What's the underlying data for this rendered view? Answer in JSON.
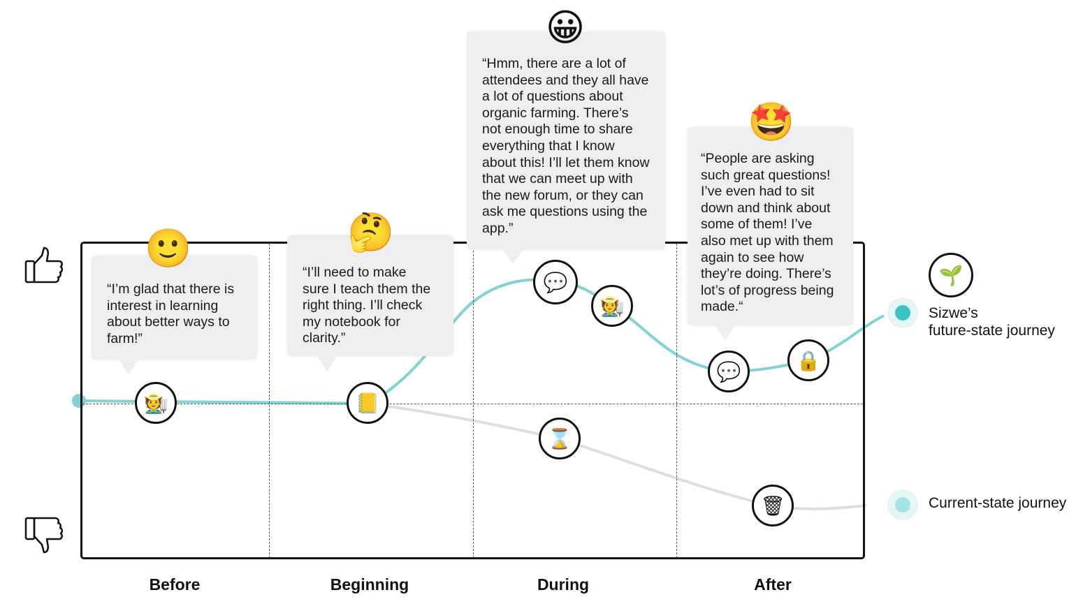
{
  "stages": [
    "Before",
    "Beginning",
    "During",
    "After"
  ],
  "quotes": [
    {
      "stage": "Before",
      "emoji": "slightly-smiling-face",
      "text": "“I’m glad that there is\ninterest in learning\nabout better ways to\nfarm!”"
    },
    {
      "stage": "Beginning",
      "emoji": "thinking-face",
      "text": "“I’ll need to make\nsure I teach them the\nright thing. I’ll check\nmy notebook for\nclarity.”"
    },
    {
      "stage": "During",
      "emoji": "grinning-face",
      "text": "“Hmm, there are a lot of\nattendees and they all have\na lot of questions about\norganic farming. There’s\nnot enough time to share\neverything that I know\nabout this! I’ll let them know\nthat we can meet up with\nthe new forum, or they can\nask me questions  using the\napp.”"
    },
    {
      "stage": "After",
      "emoji": "star-struck-face",
      "text": "“People are asking\nsuch great questions!\nI’ve even had to sit\ndown and think about\nsome of them! I’ve\nalso met up with them\nagain to see how\nthey’re doing. There’s\nlot’s of progress being\nmade.“"
    }
  ],
  "nodes": {
    "future": [
      "farmer",
      "notebook",
      "speech-bubbles",
      "farmer",
      "speech-bubble",
      "lock"
    ],
    "current": [
      "hourglass",
      "wastebasket"
    ]
  },
  "legend": {
    "future_label": "Sizwe’s\nfuture-state journey",
    "future_icon": "seedling-icon",
    "current_label": "Current-state journey"
  },
  "colors": {
    "future": "#7fd3d3",
    "future_dot": "#3cc2c2",
    "current": "#dedede",
    "current_dot": "#a6e3e3",
    "bubble": "#eeeef0"
  },
  "axis": {
    "top_icon": "thumbs-up-icon",
    "bottom_icon": "thumbs-down-icon"
  }
}
